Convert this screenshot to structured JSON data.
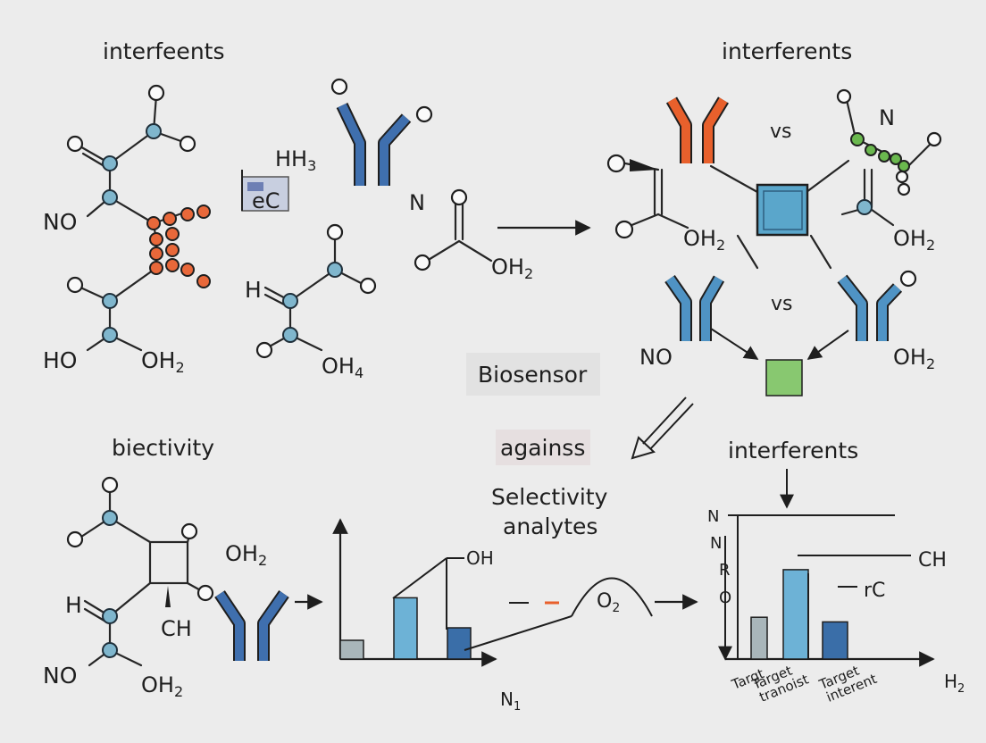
{
  "panels": {
    "top_left_title": "interfeents",
    "top_right_title": "interferents",
    "bottom_left_title": "biectivity",
    "bottom_right_title": "interferents"
  },
  "labels": {
    "no_1": "NO",
    "ho_1": "HO",
    "oh2_1": "OH",
    "oh2_1_sub": "2",
    "hh3": "HH",
    "hh3_sub": "3",
    "ec_box": "eC",
    "n_1": "N",
    "oh2_2": "OH",
    "oh2_2_sub": "2",
    "h_1": "H",
    "oh4": "OH",
    "oh4_sub": "4",
    "vs_1": "vs",
    "vs_2": "vs",
    "n_2": "N",
    "oh2_3": "OH",
    "oh2_3_sub": "2",
    "oh2_4": "OH",
    "oh2_4_sub": "2",
    "no_2": "NO",
    "oh2_5": "OH",
    "oh2_5_sub": "2",
    "biosensor": "Biosensor",
    "against": "againss",
    "selectivity_1": "Selectivity",
    "selectivity_2": "analytes",
    "oh2_6": "OH",
    "oh2_6_sub": "2",
    "h_2": "H",
    "ch_1": "CH",
    "no_3": "NO",
    "oh2_7": "OH",
    "oh2_7_sub": "2",
    "oh_chart": "OH",
    "n1_axis": "N",
    "n1_axis_sub": "1",
    "o2": "O",
    "o2_sub": "2",
    "ch_2": "CH",
    "rc": "rC",
    "n_left_1": "N",
    "n_left_2": "N",
    "r_left": "R",
    "o_left": "O",
    "h2_axis": "H",
    "h2_axis_sub": "2"
  },
  "colors": {
    "antibody_blue": "#3f6fae",
    "antibody_lightblue": "#4f93c4",
    "antibody_orange": "#e8602c",
    "square_blue": "#5aa6cb",
    "square_green": "#88c870",
    "bar_gray": "#a9b6ba",
    "bar_light": "#6db2d6",
    "bar_dark": "#3a6ea8"
  },
  "chart_data": [
    {
      "type": "bar",
      "categories": [
        "",
        "",
        ""
      ],
      "values": [
        0.15,
        0.49,
        0.25
      ],
      "ylim": [
        0,
        1
      ],
      "xlabel": "N1",
      "ylabel": ""
    },
    {
      "type": "bar",
      "categories": [
        "Targt",
        "Target tranoist",
        "Target interent"
      ],
      "values": [
        0.36,
        0.77,
        0.32
      ],
      "ylim": [
        0,
        1
      ],
      "xlabel": "H2",
      "ylabel": ""
    }
  ]
}
